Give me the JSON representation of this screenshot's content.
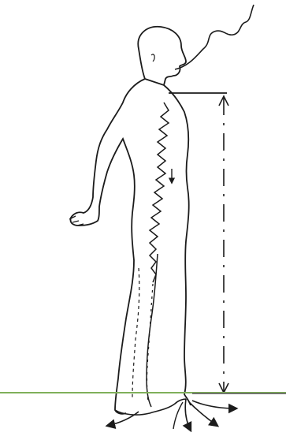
{
  "figure": {
    "subject": "standing-human-figure",
    "elements": [
      "thread-line",
      "head",
      "body-outline",
      "spine-zigzag",
      "energy-arrow",
      "vertical-measure-line",
      "measure-caps",
      "ground-line",
      "root-arrows"
    ]
  },
  "colors": {
    "ink": "#1b1b1b",
    "ground": "#7fb05a",
    "paper": "#ffffff"
  }
}
